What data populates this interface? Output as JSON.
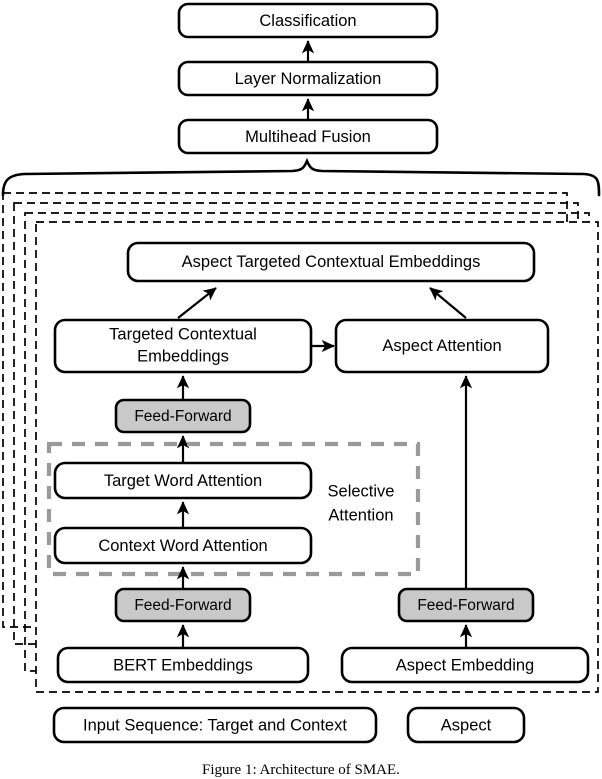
{
  "figure": {
    "caption": "Figure 1: Architecture of SMAE.",
    "accent_color": "#000000",
    "shaded_fill": "#c9c9c9",
    "selective_border_color": "#9a9a9a"
  },
  "top_stack": {
    "classification": "Classification",
    "layer_normalization": "Layer Normalization",
    "multihead_fusion": "Multihead Fusion"
  },
  "layer_block": {
    "aspect_targeted_contextual_embeddings": "Aspect Targeted Contextual Embeddings",
    "targeted_contextual_embeddings_line1": "Targeted Contextual",
    "targeted_contextual_embeddings_line2": "Embeddings",
    "aspect_attention": "Aspect Attention",
    "feed_forward_mid": "Feed-Forward",
    "target_word_attention": "Target Word Attention",
    "context_word_attention": "Context Word Attention",
    "selective_attention_line1": "Selective",
    "selective_attention_line2": "Attention",
    "feed_forward_left": "Feed-Forward",
    "feed_forward_right": "Feed-Forward",
    "bert_embeddings": "BERT Embeddings",
    "aspect_embedding": "Aspect Embedding",
    "stacked_layer_count": 4
  },
  "inputs": {
    "input_sequence": "Input Sequence: Target and Context",
    "aspect": "Aspect"
  }
}
